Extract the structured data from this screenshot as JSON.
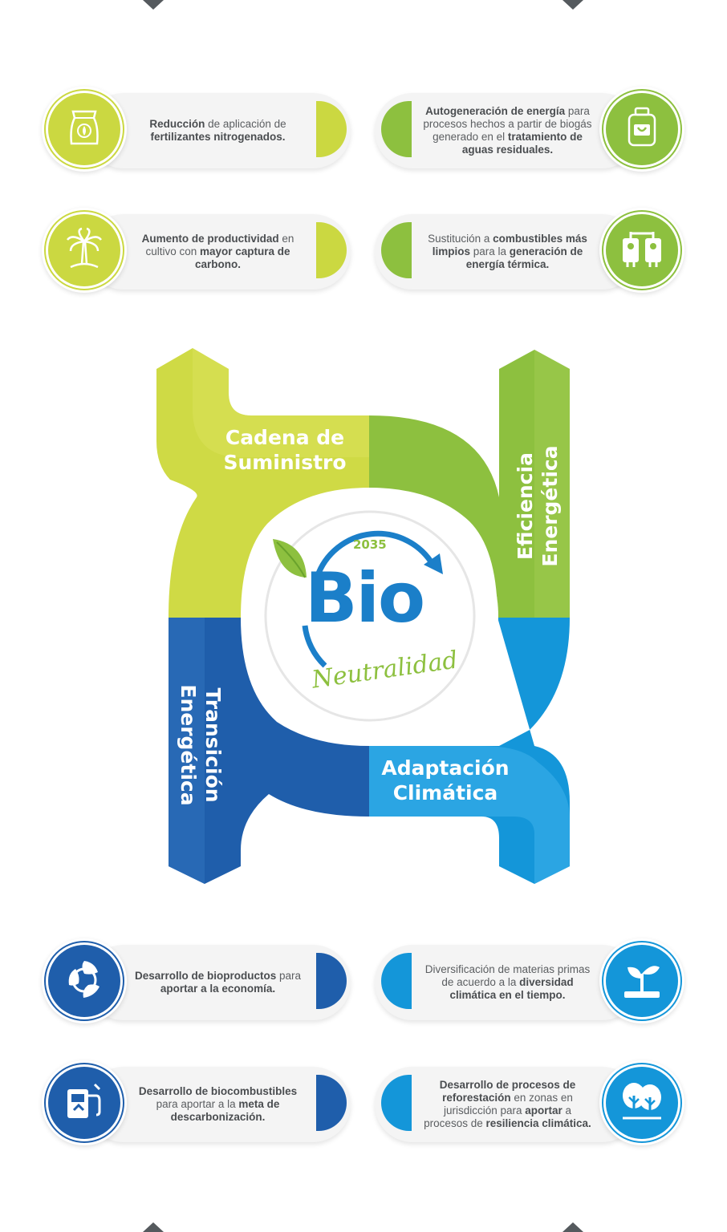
{
  "colors": {
    "lime": "#cbd841",
    "lime_light": "#dbe25a",
    "green": "#8dc03f",
    "green_dark": "#7cb332",
    "blue_dark": "#1f5eab",
    "blue_mid": "#2a6bb8",
    "blue_light": "#1496d9",
    "blue_sky": "#2ea6e3",
    "text": "#5b5e61"
  },
  "top_cards": [
    {
      "side": "left",
      "icon": "fertilizer-bag-icon",
      "color": "#cbd841",
      "parts": [
        [
          "Reducción",
          true
        ],
        [
          " de aplicación de ",
          false
        ],
        [
          "fertilizantes nitrogenados.",
          true
        ]
      ]
    },
    {
      "side": "right",
      "icon": "biogas-tank-icon",
      "color": "#8dc03f",
      "parts": [
        [
          "Autogeneración de energía",
          true
        ],
        [
          " para procesos hechos a partir de biogás generado en el ",
          false
        ],
        [
          "tratamiento de aguas residuales.",
          true
        ]
      ]
    },
    {
      "side": "left",
      "icon": "palm-tree-icon",
      "color": "#cbd841",
      "parts": [
        [
          "Aumento de productividad",
          true
        ],
        [
          " en cultivo con ",
          false
        ],
        [
          "mayor captura de carbono.",
          true
        ]
      ]
    },
    {
      "side": "right",
      "icon": "boiler-tanks-icon",
      "color": "#8dc03f",
      "parts": [
        [
          "Sustitución a ",
          false
        ],
        [
          "combustibles más limpios",
          true
        ],
        [
          " para la ",
          false
        ],
        [
          "generación de energía térmica.",
          true
        ]
      ]
    }
  ],
  "bottom_cards": [
    {
      "side": "left",
      "icon": "recycle-leaves-icon",
      "color": "#1f5eab",
      "parts": [
        [
          "Desarrollo de bioproductos",
          true
        ],
        [
          " para ",
          false
        ],
        [
          "aportar a la economía.",
          true
        ]
      ]
    },
    {
      "side": "right",
      "icon": "sprout-icon",
      "color": "#1496d9",
      "parts": [
        [
          "Diversificación de materias primas de acuerdo a la ",
          false
        ],
        [
          "diversidad climática en el tiempo.",
          true
        ]
      ]
    },
    {
      "side": "left",
      "icon": "biofuel-pump-icon",
      "color": "#1f5eab",
      "parts": [
        [
          "Desarrollo de biocombustibles",
          true
        ],
        [
          " para aportar a la ",
          false
        ],
        [
          "meta de descarbonización.",
          true
        ]
      ]
    },
    {
      "side": "right",
      "icon": "trees-icon",
      "color": "#1496d9",
      "parts": [
        [
          "Desarrollo de procesos de ",
          true
        ],
        [
          "reforestación",
          true
        ],
        [
          " en zonas en jurisdicción para ",
          false
        ],
        [
          "aportar",
          true
        ],
        [
          " a procesos de ",
          false
        ],
        [
          "resiliencia climática.",
          true
        ]
      ]
    }
  ],
  "diagram": {
    "quadrants": {
      "supply_chain": "Cadena de Suministro",
      "energy_efficiency": "Eficiencia Energética",
      "energy_transition": "Transición Energética",
      "climate_adaptation": "Adaptación Climática"
    },
    "logo": {
      "year": "2035",
      "word": "Bio",
      "subtitle": "Neutralidad"
    }
  }
}
